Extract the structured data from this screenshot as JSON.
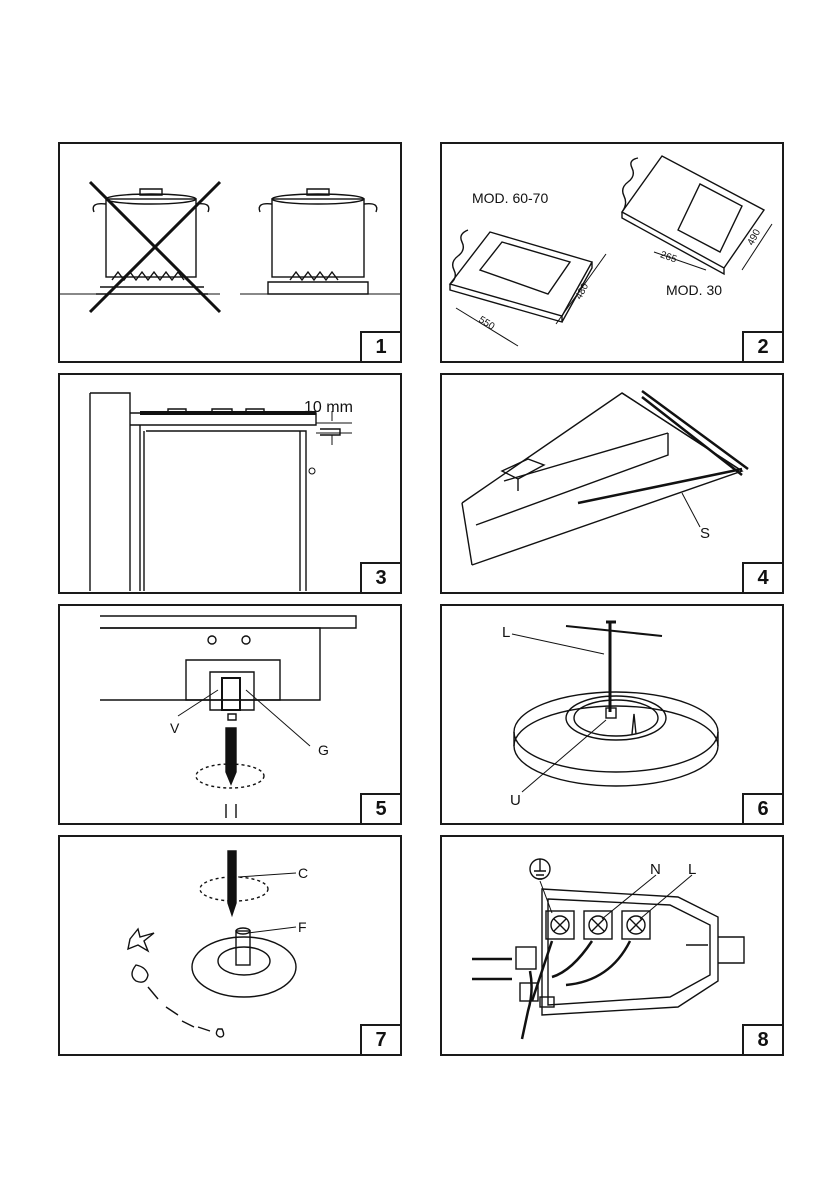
{
  "panels": [
    {
      "number": "1"
    },
    {
      "number": "2",
      "labels": {
        "mod_a": "MOD. 60-70",
        "mod_b": "MOD. 30",
        "dim_550": "550",
        "dim_480": "480",
        "dim_265": "265",
        "dim_490": "490"
      }
    },
    {
      "number": "3",
      "labels": {
        "gap": "10 mm"
      }
    },
    {
      "number": "4",
      "labels": {
        "s": "S"
      }
    },
    {
      "number": "5",
      "labels": {
        "v": "V",
        "g": "G"
      }
    },
    {
      "number": "6",
      "labels": {
        "l": "L",
        "u": "U"
      }
    },
    {
      "number": "7",
      "labels": {
        "c": "C",
        "f": "F"
      }
    },
    {
      "number": "8",
      "labels": {
        "n": "N",
        "l": "L"
      }
    }
  ]
}
